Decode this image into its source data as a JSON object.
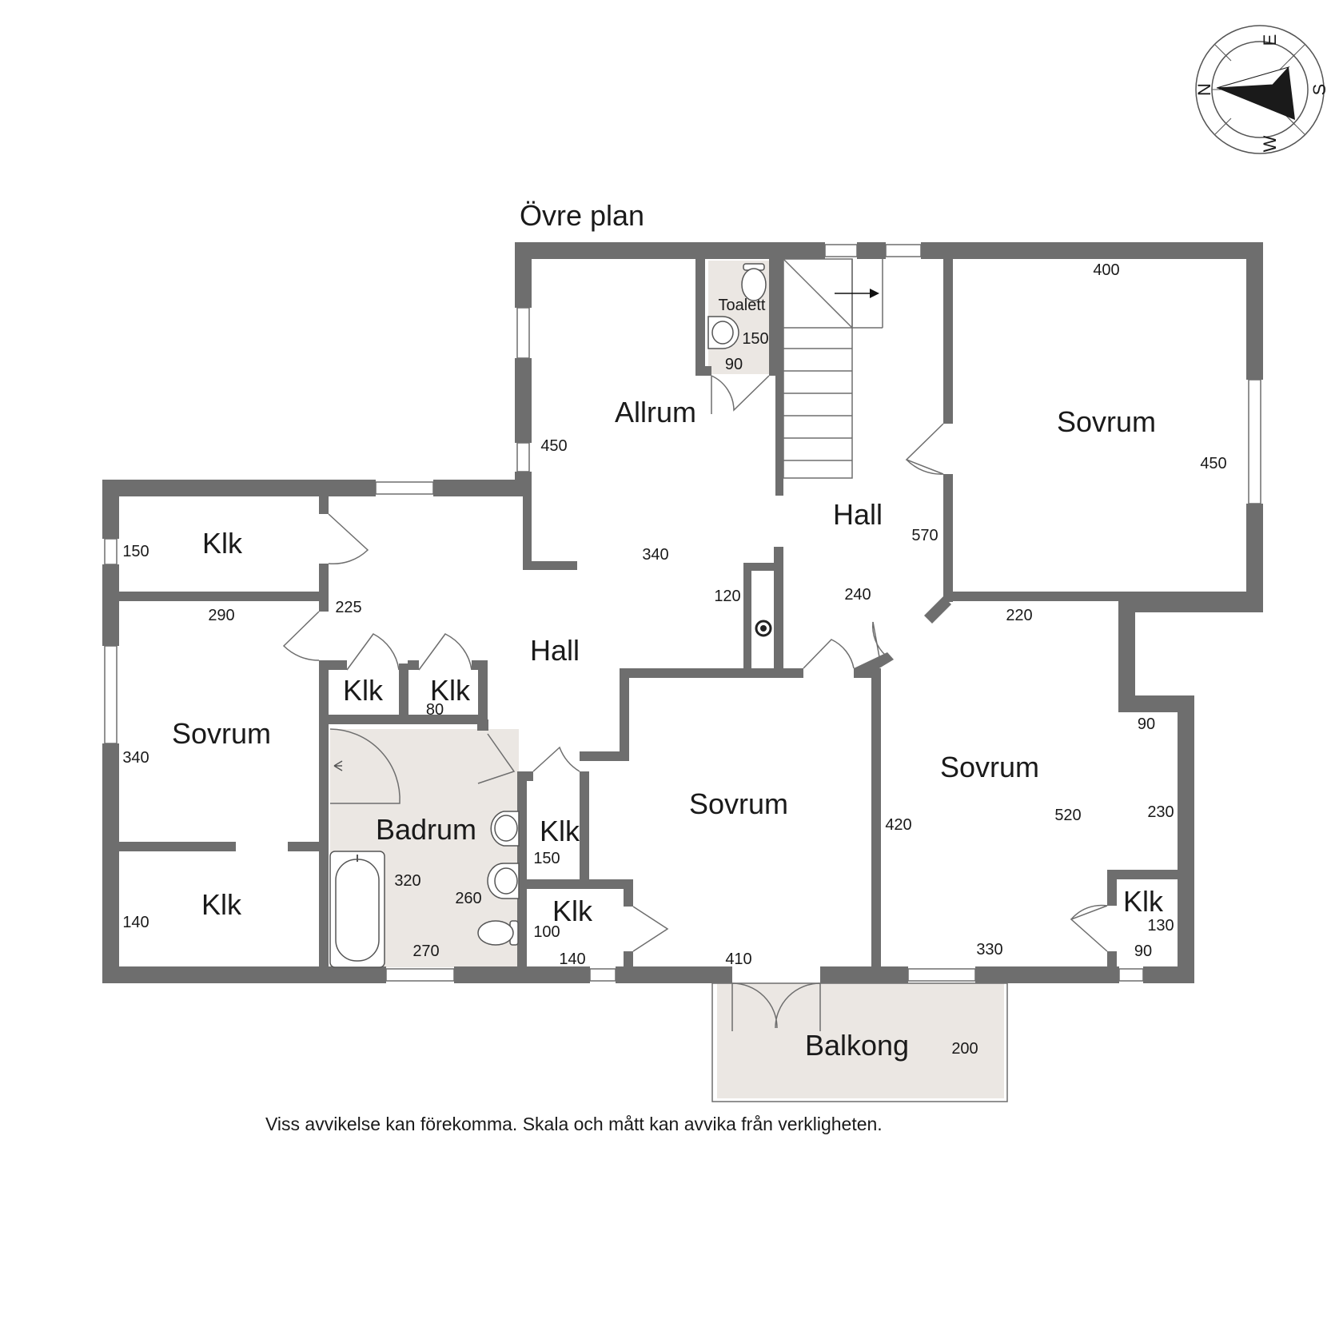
{
  "plan": {
    "title": "Övre plan",
    "disclaimer": "Viss avvikelse kan förekomma. Skala och mått kan avvika från verkligheten."
  },
  "compass": {
    "n": "N",
    "e": "E",
    "s": "S",
    "w": "W"
  },
  "rooms": {
    "allrum": "Allrum",
    "toalett": "Toalett",
    "hall_upper": "Hall",
    "hall_main": "Hall",
    "sovrum_ne": "Sovrum",
    "sovrum_w": "Sovrum",
    "sovrum_center": "Sovrum",
    "sovrum_se": "Sovrum",
    "badrum": "Badrum",
    "balkong": "Balkong",
    "klk_nw": "Klk",
    "klk_sw": "Klk",
    "klk_small_1": "Klk",
    "klk_small_2": "Klk",
    "klk_bath": "Klk",
    "klk_lower": "Klk",
    "klk_se": "Klk"
  },
  "dimensions": {
    "d400": "400",
    "d150_toalett": "150",
    "d90_toalett": "90",
    "d450_allrum": "450",
    "d450_sovrum": "450",
    "d570": "570",
    "d340_hall": "340",
    "d120": "120",
    "d240": "240",
    "d220": "220",
    "d150_klk": "150",
    "d290": "290",
    "d225": "225",
    "d80": "80",
    "d340_sovrum": "340",
    "d140_klk": "140",
    "d320": "320",
    "d260": "260",
    "d270": "270",
    "d150_klkbath": "150",
    "d100": "100",
    "d140_klklow": "140",
    "d410": "410",
    "d420": "420",
    "d520": "520",
    "d90_se": "90",
    "d230": "230",
    "d130": "130",
    "d90_klk": "90",
    "d330": "330",
    "d200": "200"
  }
}
